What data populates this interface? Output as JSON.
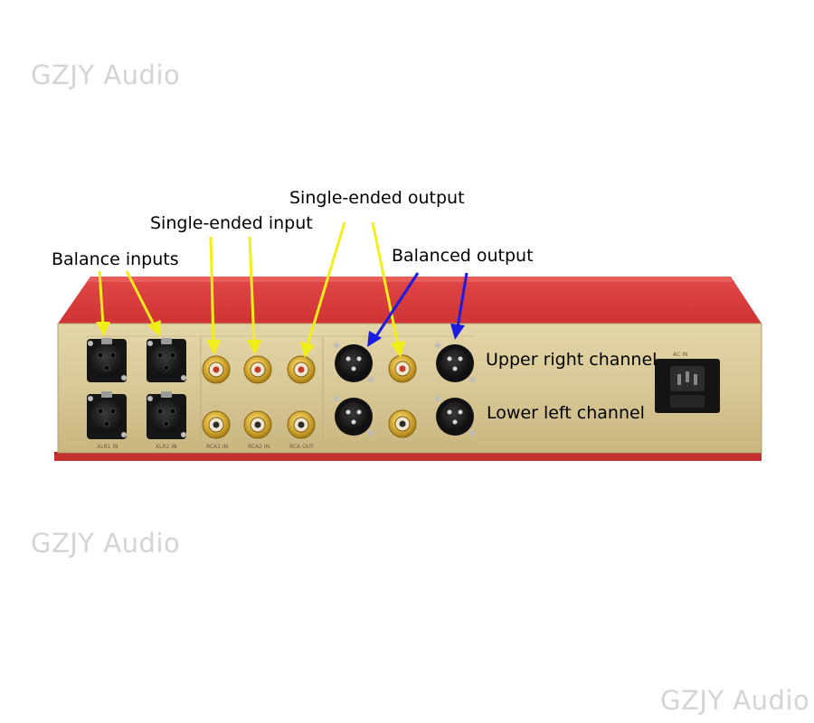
{
  "watermarks": [
    "GZJY Audio",
    "GZJY Audio",
    "GZJY Audio"
  ],
  "labels": {
    "balance_inputs": "Balance inputs",
    "single_ended_input": "Single-ended input",
    "single_ended_output": "Single-ended output",
    "balanced_output": "Balanced output",
    "upper_right_channel": "Upper right channel",
    "lower_left_channel": "Lower left channel"
  },
  "panel_print": {
    "xlr1": "XLR1 IN",
    "xlr2": "XLR2 IN",
    "rca1": "RCA1 IN",
    "rca2": "RCA2 IN",
    "rca_out": "RCA OUT",
    "ac": "AC IN"
  },
  "colors": {
    "chassis_red": "#d83a3a",
    "panel_gold": "#d8c896",
    "arrow_yellow": "#f2ee1a",
    "arrow_blue": "#1c1ce0",
    "watermark": "#d4d4d4"
  }
}
